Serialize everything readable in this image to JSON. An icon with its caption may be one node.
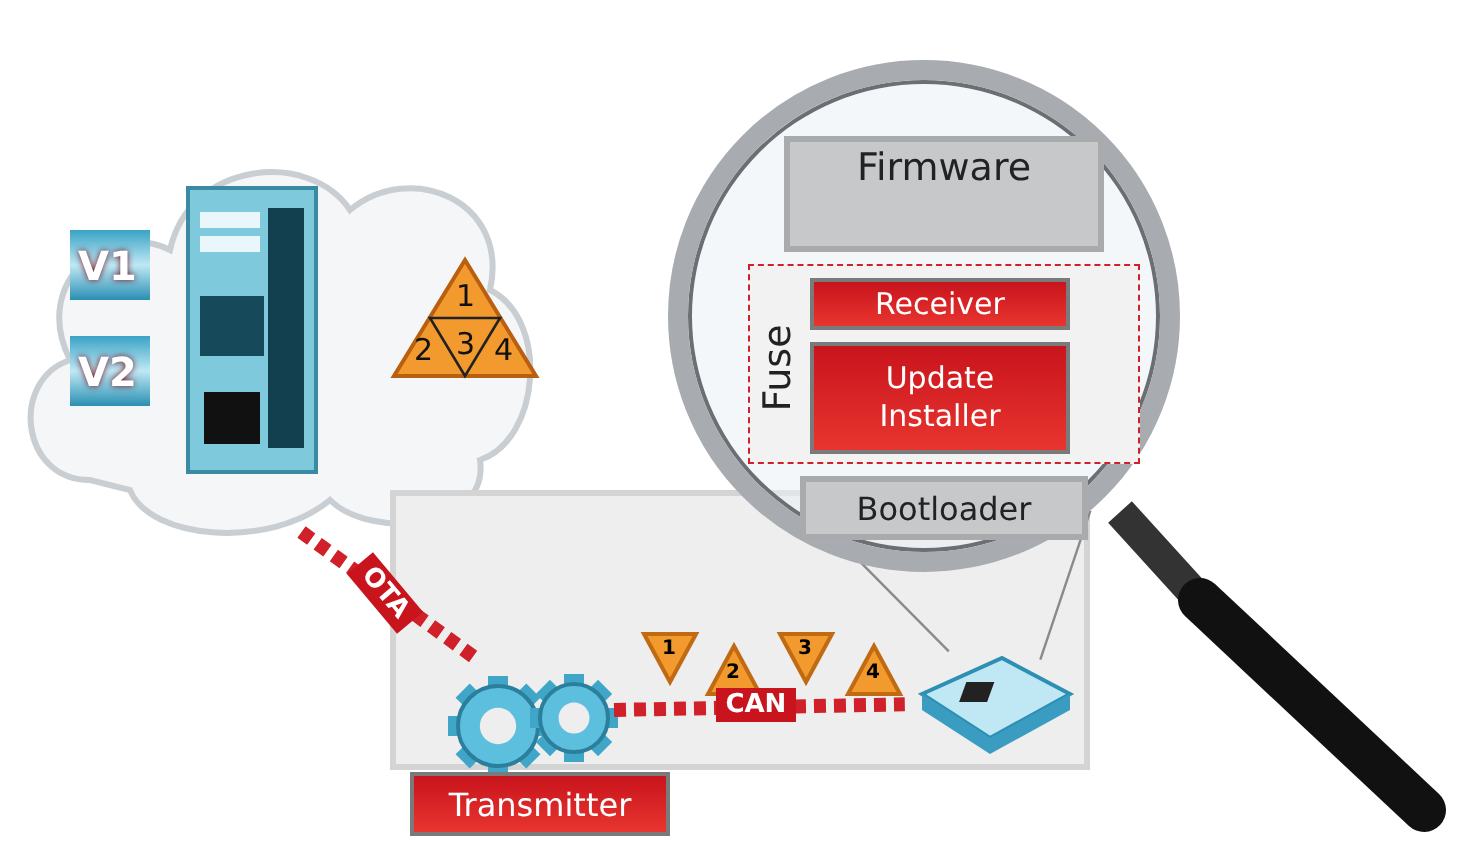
{
  "diagram": {
    "nodes": [
      {
        "text": [],
        "shape": "cloud"
      },
      {
        "text": [
          "V1"
        ],
        "in": 0
      },
      {
        "text": [
          "V2"
        ],
        "in": 0
      },
      {
        "text": [],
        "shape": "picture",
        "in": 0
      },
      {
        "text": [
          "1",
          "2",
          "3",
          "4"
        ],
        "in": 0
      },
      {
        "text": [],
        "shape": "box"
      },
      {
        "text": [],
        "shape": "picture",
        "in": 5
      },
      {
        "text": [
          "Transmitter"
        ]
      },
      {
        "text": [
          "1"
        ],
        "in": 5
      },
      {
        "text": [
          "2"
        ],
        "in": 5
      },
      {
        "text": [
          "3"
        ],
        "in": 5
      },
      {
        "text": [
          "4"
        ],
        "in": 5
      },
      {
        "text": [],
        "shape": "picture",
        "in": 5
      },
      {
        "text": [],
        "shape": "circle"
      },
      {
        "text": [
          "Firmware"
        ],
        "in": 13
      },
      {
        "text": [
          "Fuse"
        ],
        "in": 13
      },
      {
        "text": [
          "Receiver"
        ],
        "in": 15
      },
      {
        "text": [
          "Update Installer"
        ],
        "in": 15
      },
      {
        "text": [
          "Bootloader"
        ],
        "in": 13
      }
    ],
    "edges": [
      {
        "from": 0,
        "to": 6,
        "arrow": "none",
        "label": "OTA",
        "style": "dashed",
        "color": "#d0202a"
      },
      {
        "from": 6,
        "to": 12,
        "arrow": "none",
        "label": "CAN",
        "style": "dashed",
        "color": "#d0202a"
      },
      {
        "from": 12,
        "to": 13,
        "arrow": "none",
        "color": "#8a8a8a"
      },
      {
        "from": 12,
        "to": 13,
        "arrow": "none",
        "color": "#8a8a8a"
      }
    ]
  }
}
